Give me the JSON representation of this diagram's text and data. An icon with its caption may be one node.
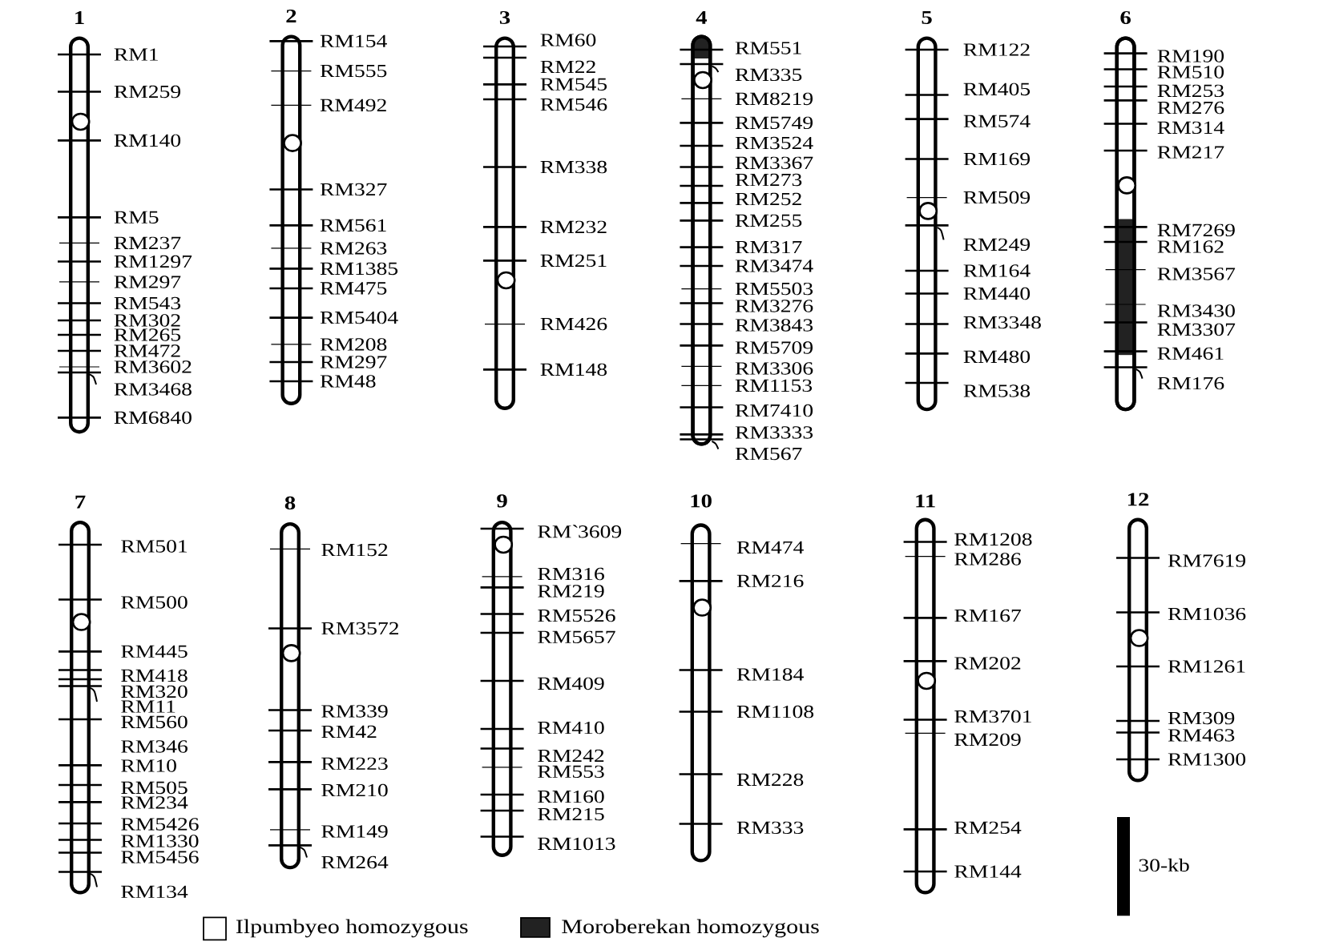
{
  "diagram": {
    "nodes": [
      {
        "text": [
          "1"
        ],
        "beside": [
          "RM1",
          "RM259",
          "RM140",
          "RM5",
          "RM237",
          "RM1297",
          "RM297",
          "RM543",
          "RM302",
          "RM265",
          "RM472",
          "RM3602",
          "RM3468",
          "RM6840"
        ]
      },
      {
        "text": [
          "2"
        ],
        "beside": [
          "RM154",
          "RM555",
          "RM492",
          "RM327",
          "RM561",
          "RM263",
          "RM1385",
          "RM475",
          "RM5404",
          "RM208",
          "RM297",
          "RM48"
        ]
      },
      {
        "text": [
          "3"
        ],
        "beside": [
          "RM60",
          "RM22",
          "RM545",
          "RM546",
          "RM338",
          "RM232",
          "RM251",
          "RM426",
          "RM148"
        ]
      },
      {
        "text": [
          "4"
        ],
        "beside": [
          "RM551",
          "RM335",
          "RM8219",
          "RM5749",
          "RM3524",
          "RM3367",
          "RM273",
          "RM252",
          "RM255",
          "RM317",
          "RM3474",
          "RM5503",
          "RM3276",
          "RM3843",
          "RM5709",
          "RM3306",
          "RM1153",
          "RM7410",
          "RM3333",
          "RM567"
        ]
      },
      {
        "text": [
          "5"
        ],
        "beside": [
          "RM122",
          "RM405",
          "RM574",
          "RM169",
          "RM509",
          "RM249",
          "RM164",
          "RM440",
          "RM3348",
          "RM480",
          "RM538"
        ]
      },
      {
        "text": [
          "6"
        ],
        "beside": [
          "RM190",
          "RM510",
          "RM253",
          "RM276",
          "RM314",
          "RM217",
          "RM7269",
          "RM162",
          "RM3567",
          "RM3430",
          "RM3307",
          "RM461",
          "RM176"
        ]
      },
      {
        "text": [
          "7"
        ],
        "beside": [
          "RM501",
          "RM500",
          "RM445",
          "RM418",
          "RM320",
          "RM11",
          "RM560",
          "RM346",
          "RM10",
          "RM505",
          "RM234",
          "RM5426",
          "RM1330",
          "RM5456",
          "RM134"
        ]
      },
      {
        "text": [
          "8"
        ],
        "beside": [
          "RM152",
          "RM3572",
          "RM339",
          "RM42",
          "RM223",
          "RM210",
          "RM149",
          "RM264"
        ]
      },
      {
        "text": [
          "9"
        ],
        "beside": [
          "RM`3609",
          "RM316",
          "RM219",
          "RM5526",
          "RM5657",
          "RM409",
          "RM410",
          "RM242",
          "RM553",
          "RM160",
          "RM215",
          "RM1013"
        ]
      },
      {
        "text": [
          "10"
        ],
        "beside": [
          "RM474",
          "RM216",
          "RM184",
          "RM1108",
          "RM228",
          "RM333"
        ]
      },
      {
        "text": [
          "11"
        ],
        "beside": [
          "RM1208",
          "RM286",
          "RM167",
          "RM202",
          "RM3701",
          "RM209",
          "RM254",
          "RM144"
        ]
      },
      {
        "text": [
          "12"
        ],
        "beside": [
          "RM7619",
          "RM1036",
          "RM1261",
          "RM309",
          "RM463",
          "RM1300"
        ]
      }
    ],
    "labels": [
      "30-kb"
    ],
    "legend": [
      {
        "text": "Ilpumbyeo homozygous"
      },
      {
        "text": "Moroberekan homozygous",
        "color": "#222222"
      }
    ]
  }
}
